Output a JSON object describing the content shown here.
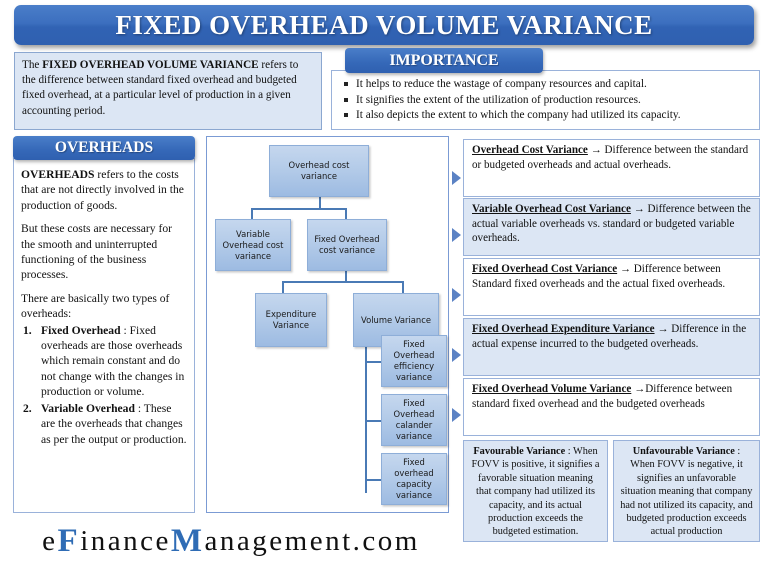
{
  "header": {
    "title": "FIXED OVERHEAD VOLUME VARIANCE",
    "accent_color": "#3163b4"
  },
  "intro": {
    "lead": "The ",
    "bold_term": "FIXED OVERHEAD VOLUME VARIANCE",
    "body": " refers to the difference between standard fixed overhead and budgeted fixed overhead, at a particular level of production in a given accounting period."
  },
  "importance": {
    "header": "IMPORTANCE",
    "items": [
      "It helps to reduce the wastage of company resources and capital.",
      "It signifies the extent of the utilization of production resources.",
      "It also depicts the extent to which the company had utilized its capacity."
    ]
  },
  "overheads": {
    "header": "OVERHEADS",
    "para1_bold": "OVERHEADS",
    "para1_rest": " refers to the costs that are not directly involved in the production of goods.",
    "para2": "But these costs are necessary for the smooth and uninterrupted functioning of the business processes.",
    "para3": "There are basically two types of overheads:",
    "list": [
      {
        "num": "1.",
        "term": "Fixed Overhead",
        "text": " : Fixed overheads are those overheads which remain constant and do not change with the changes in production or volume."
      },
      {
        "num": "2.",
        "term": "Variable Overhead",
        "text": " : These are the overheads that changes as per the output or production."
      }
    ]
  },
  "flowchart": {
    "nodes": [
      {
        "id": "overhead-cost-variance",
        "label": "Overhead cost variance"
      },
      {
        "id": "variable-overhead-cost-variance",
        "label": "Variable Overhead cost variance"
      },
      {
        "id": "fixed-overhead-cost-variance",
        "label": "Fixed Overhead cost variance"
      },
      {
        "id": "expenditure-variance",
        "label": "Expenditure Variance"
      },
      {
        "id": "volume-variance",
        "label": "Volume Variance"
      },
      {
        "id": "fixed-overhead-efficiency",
        "label": "Fixed Overhead efficiency variance"
      },
      {
        "id": "fixed-overhead-calander",
        "label": "Fixed Overhead calander variance"
      },
      {
        "id": "fixed-overhead-capacity",
        "label": "Fixed overhead capacity variance"
      }
    ]
  },
  "definitions": [
    {
      "term": "Overhead Cost Variance",
      "arrow": " → ",
      "text": "Difference between the standard or budgeted overheads and actual overheads."
    },
    {
      "term": "Variable Overhead Cost Variance",
      "arrow": " → ",
      "text": "Difference between the actual variable overheads vs. standard or budgeted variable overheads."
    },
    {
      "term": "Fixed Overhead Cost Variance",
      "arrow": " → ",
      "text": "Difference between Standard fixed overheads and the actual fixed overheads."
    },
    {
      "term": "Fixed Overhead Expenditure Variance",
      "arrow": " → ",
      "text": "Difference in the actual expense incurred to the budgeted overheads."
    },
    {
      "term": "Fixed Overhead Volume Variance",
      "arrow": " →",
      "text": "Difference between standard fixed overhead and the budgeted overheads"
    }
  ],
  "outcomes": [
    {
      "title": "Favourable Variance",
      "sep": " : ",
      "text": "When FOVV is positive, it signifies a favorable situation meaning that company had utilized its capacity, and its actual production exceeds the budgeted estimation."
    },
    {
      "title": "Unfavourable Variance",
      "sep": " : ",
      "text": "When FOVV is negative, it signifies an unfavorable situation meaning that company had not utilized its capacity, and budgeted production exceeds actual production"
    }
  ],
  "footer": {
    "logo_part1": "e",
    "logo_cap1": "F",
    "logo_part2": "inance",
    "logo_cap2": "M",
    "logo_part3": "anagement.com"
  }
}
